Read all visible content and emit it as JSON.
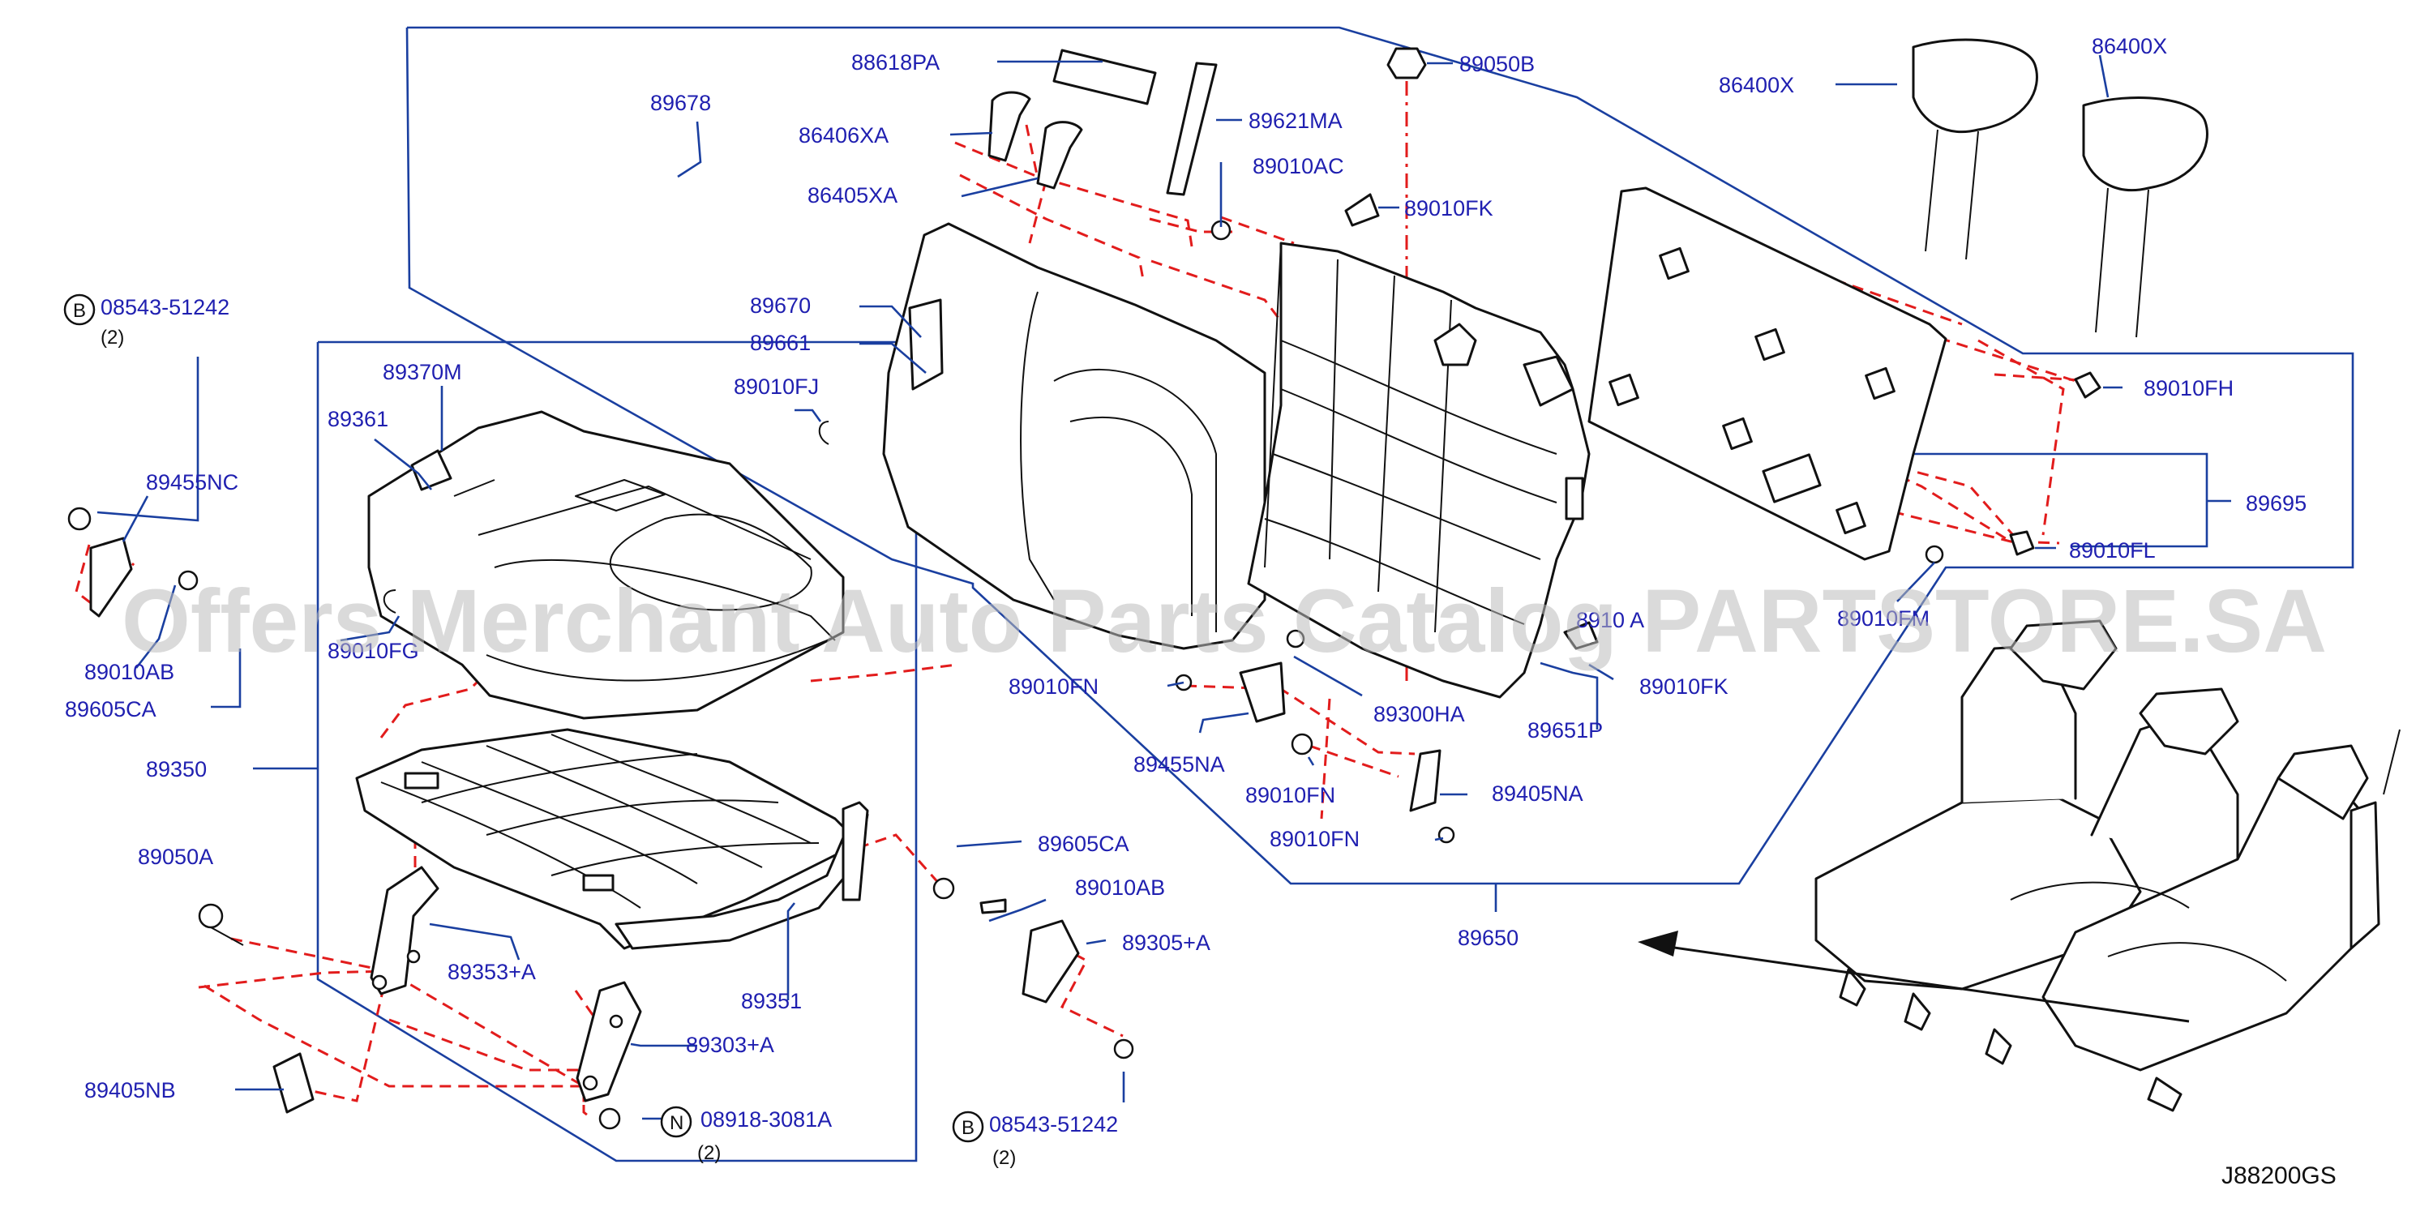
{
  "diagram_code": "J88200GS",
  "watermark": "Offers Merchant Auto Parts Catalog PARTSTORE.SA",
  "labels": {
    "l88618PA": "88618PA",
    "l89678": "89678",
    "l86406XA": "86406XA",
    "l89621MA": "89621MA",
    "l89010AC": "89010AC",
    "l89050B": "89050B",
    "l86400X_a": "86400X",
    "l86400X_b": "86400X",
    "l86405XA": "86405XA",
    "l89010FK_top": "89010FK",
    "l89670": "89670",
    "l89661": "89661",
    "l89010FJ": "89010FJ",
    "l89370M": "89370M",
    "l89361": "89361",
    "l89455NC": "89455NC",
    "l89010AB_left": "89010AB",
    "l89605CA_left": "89605CA",
    "l89010FG": "89010FG",
    "l89350": "89350",
    "l89050A": "89050A",
    "l89353A": "89353+A",
    "l89351": "89351",
    "l89303A": "89303+A",
    "l89405NB": "89405NB",
    "l08918": "08918-3081A",
    "l08918_qty": "(2)",
    "l08543_left": "08543-51242",
    "l08543_left_qty": "(2)",
    "l08543_bottom": "08543-51242",
    "l08543_bottom_qty": "(2)",
    "l89605CA_mid": "89605CA",
    "l89010AB_mid": "89010AB",
    "l89305A": "89305+A",
    "l89010FN_a": "89010FN",
    "l89455NA": "89455NA",
    "l89300HA": "89300HA",
    "l89010FN_b": "89010FN",
    "l89405NA": "89405NA",
    "l89010FN_c": "89010FN",
    "l89650": "89650",
    "l89651P": "89651P",
    "l89010FK_mid": "89010FK",
    "l8910_partial": "8910 A",
    "l89010FH": "89010FH",
    "l89695": "89695",
    "l89010FL": "89010FL",
    "l89010FM_partial": "89010FM"
  },
  "badges": {
    "b_left": "B",
    "b_bottom": "B",
    "n_bottom": "N"
  }
}
